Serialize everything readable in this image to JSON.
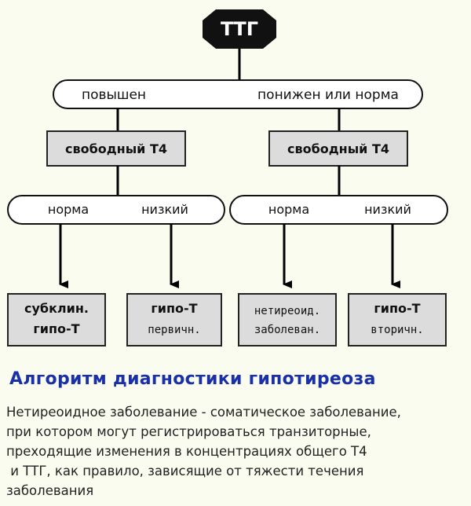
{
  "root": {
    "label": "ТТГ"
  },
  "level1": {
    "left": "повышен",
    "right": "понижен или норма"
  },
  "branches": [
    {
      "test": "свободный Т4",
      "options": {
        "left": "норма",
        "right": "низкий"
      },
      "results": [
        {
          "line1": "субклин.",
          "line2": "гипо-Т"
        },
        {
          "line1": "гипо-Т",
          "line2": "первичн."
        }
      ]
    },
    {
      "test": "свободный Т4",
      "options": {
        "left": "норма",
        "right": "низкий"
      },
      "results": [
        {
          "line1": "нетиреоид.",
          "line2": "заболеван."
        },
        {
          "line1": "гипо-Т",
          "line2": "вторичн."
        }
      ]
    }
  ],
  "caption": "Алгоритм диагностики гипотиреоза",
  "description": [
    "Нетиреоидное заболевание - соматическое заболевание,",
    "при котором могут регистрироваться транзиторные,",
    "преходящие изменения в концентрациях общего Т4",
    " и ТТГ, как правило, зависящие от тяжести течения",
    "заболевания"
  ],
  "colors": {
    "box_fill": "#dcdcdc",
    "root_fill": "#111111",
    "caption": "#1a30a8",
    "background": "#fafcf0"
  }
}
